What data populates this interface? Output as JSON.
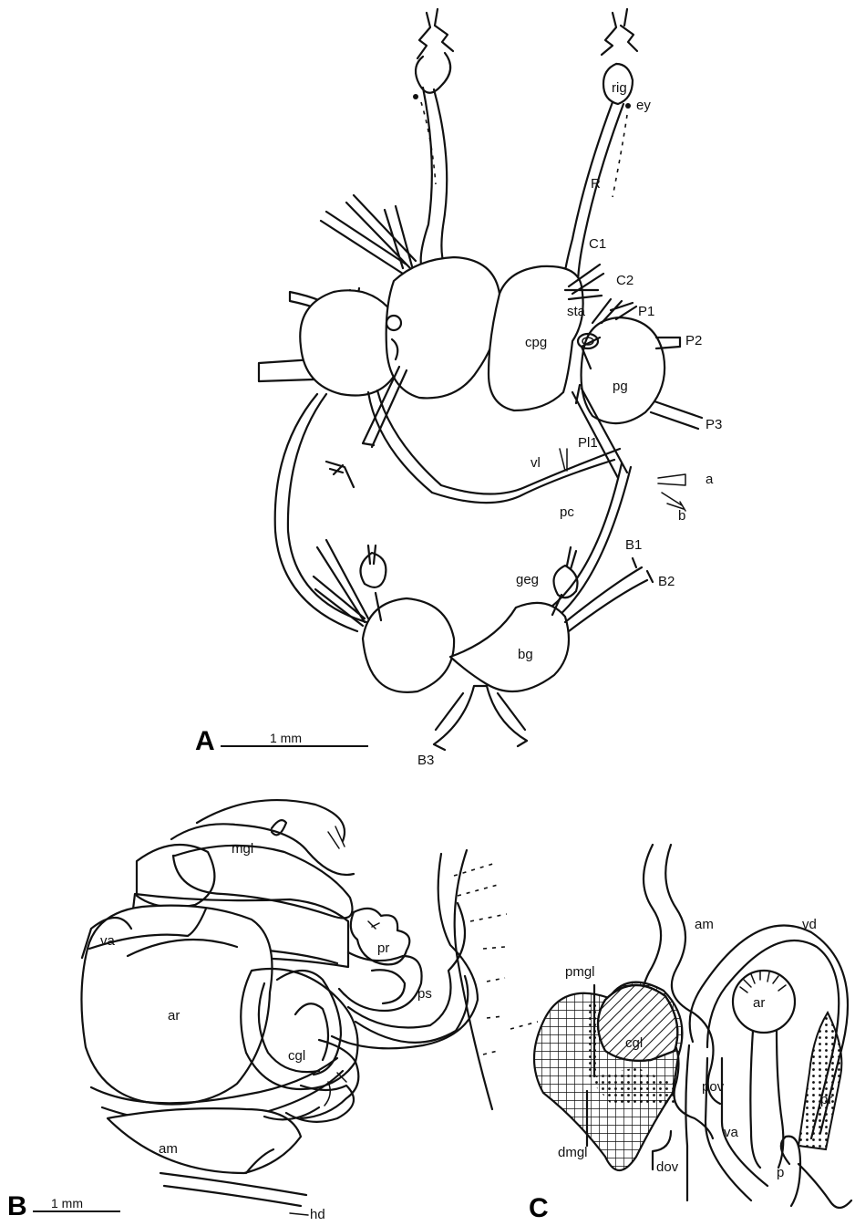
{
  "panel_a": {
    "letter": "A",
    "scale_text": "1 mm",
    "labels": {
      "rig": "rig",
      "ey": "ey",
      "R": "R",
      "C1": "C1",
      "C2": "C2",
      "sta": "sta",
      "P1": "P1",
      "P2": "P2",
      "cpg": "cpg",
      "pg": "pg",
      "P3": "P3",
      "Pl1": "Pl1",
      "vl": "vl",
      "a": "a",
      "pc": "pc",
      "b": "b",
      "B1": "B1",
      "geg": "geg",
      "B2": "B2",
      "bg": "bg",
      "B3": "B3"
    }
  },
  "panel_b": {
    "letter": "B",
    "scale_text": "1 mm",
    "labels": {
      "mgl": "mgl",
      "pr": "pr",
      "ps": "ps",
      "va": "va",
      "ar": "ar",
      "cgl": "cgl",
      "am": "am",
      "hd": "hd"
    }
  },
  "panel_c": {
    "letter": "C",
    "labels": {
      "am": "am",
      "vd": "vd",
      "pmgl": "pmgl",
      "cgl": "cgl",
      "ar": "ar",
      "pov": "pov",
      "pr": "pr",
      "va": "va",
      "dmgl": "dmgl",
      "dov": "dov",
      "p": "p"
    }
  }
}
